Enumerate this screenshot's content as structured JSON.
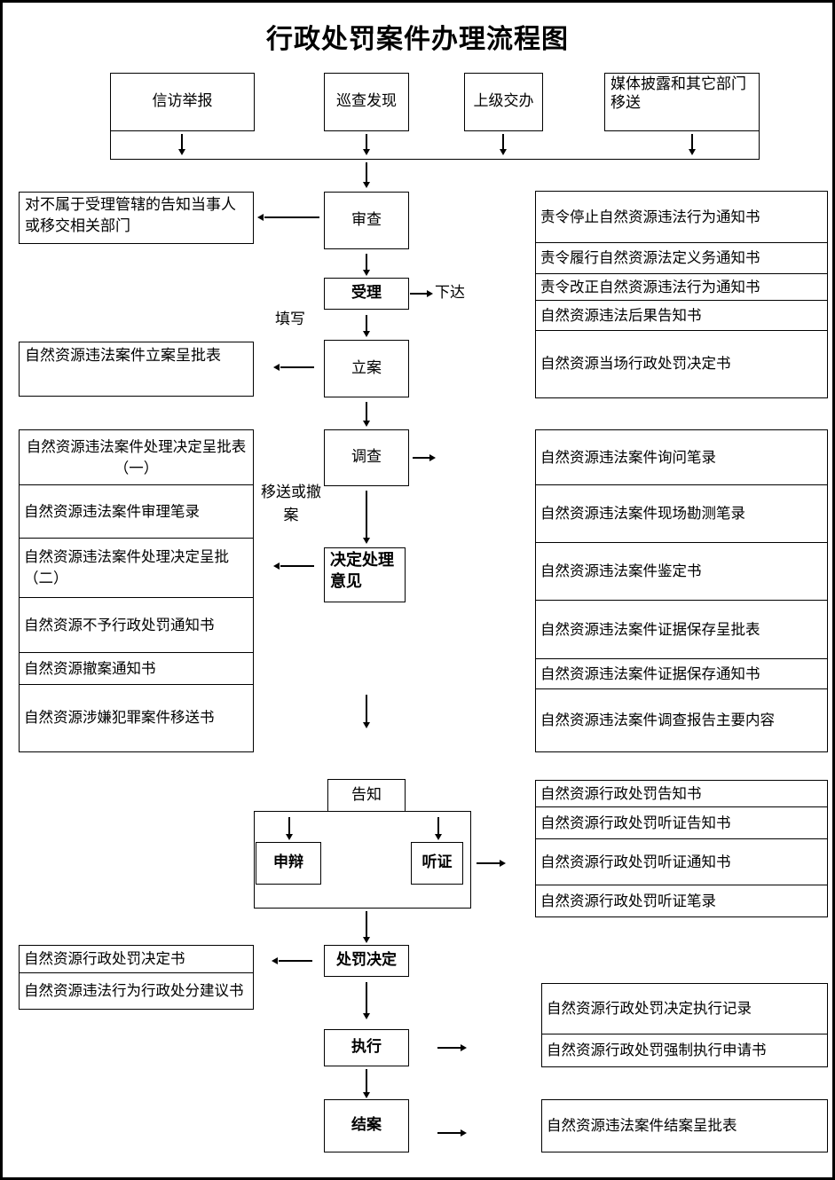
{
  "title": "行政处罚案件办理流程图",
  "sources": [
    {
      "label": "信访举报"
    },
    {
      "label": "巡查发现"
    },
    {
      "label": "上级交办"
    },
    {
      "label": "媒体披露和其它部门移送"
    }
  ],
  "flow": {
    "review": "审查",
    "accept": "受理",
    "file": "立案",
    "investigate": "调查",
    "decide_opinion": "决定处理意见",
    "notify": "告知",
    "defense": "申辩",
    "hearing": "听证",
    "punish_decision": "处罚决定",
    "execute": "执行",
    "close": "结案"
  },
  "edge_labels": {
    "issue": "下达",
    "fill_in": "填写",
    "transfer_or_withdraw": "移送或撤案"
  },
  "left_boxes": {
    "not_jurisdiction": "  对不属于受理管辖的告知当事人或移交相关部门",
    "filing_approval": "自然资源违法案件立案呈批表",
    "handling_list": [
      "自然资源违法案件处理决定呈批表（一）",
      "自然资源违法案件审理笔录",
      "自然资源违法案件处理决定呈批（二）",
      "自然资源不予行政处罚通知书",
      "自然资源撤案通知书",
      "自然资源涉嫌犯罪案件移送书"
    ],
    "punish_docs": [
      "自然资源行政处罚决定书",
      "自然资源违法行为行政处分建议书"
    ]
  },
  "right_boxes": {
    "accept_docs": [
      "责令停止自然资源违法行为通知书",
      "责令履行自然资源法定义务通知书",
      "责令改正自然资源违法行为通知书",
      "自然资源违法后果告知书",
      "自然资源当场行政处罚决定书"
    ],
    "investigate_docs": [
      "自然资源违法案件询问笔录",
      "自然资源违法案件现场勘测笔录",
      "自然资源违法案件鉴定书",
      "自然资源违法案件证据保存呈批表",
      "自然资源违法案件证据保存通知书",
      "自然资源违法案件调查报告主要内容"
    ],
    "hearing_docs": [
      "自然资源行政处罚告知书",
      "自然资源行政处罚听证告知书",
      "自然资源行政处罚听证通知书",
      "自然资源行政处罚听证笔录"
    ],
    "execute_docs": [
      "自然资源行政处罚决定执行记录",
      "自然资源行政处罚强制执行申请书"
    ],
    "close_docs": [
      "自然资源违法案件结案呈批表"
    ]
  },
  "colors": {
    "line": "#000000",
    "background": "#ffffff",
    "text": "#000000"
  }
}
